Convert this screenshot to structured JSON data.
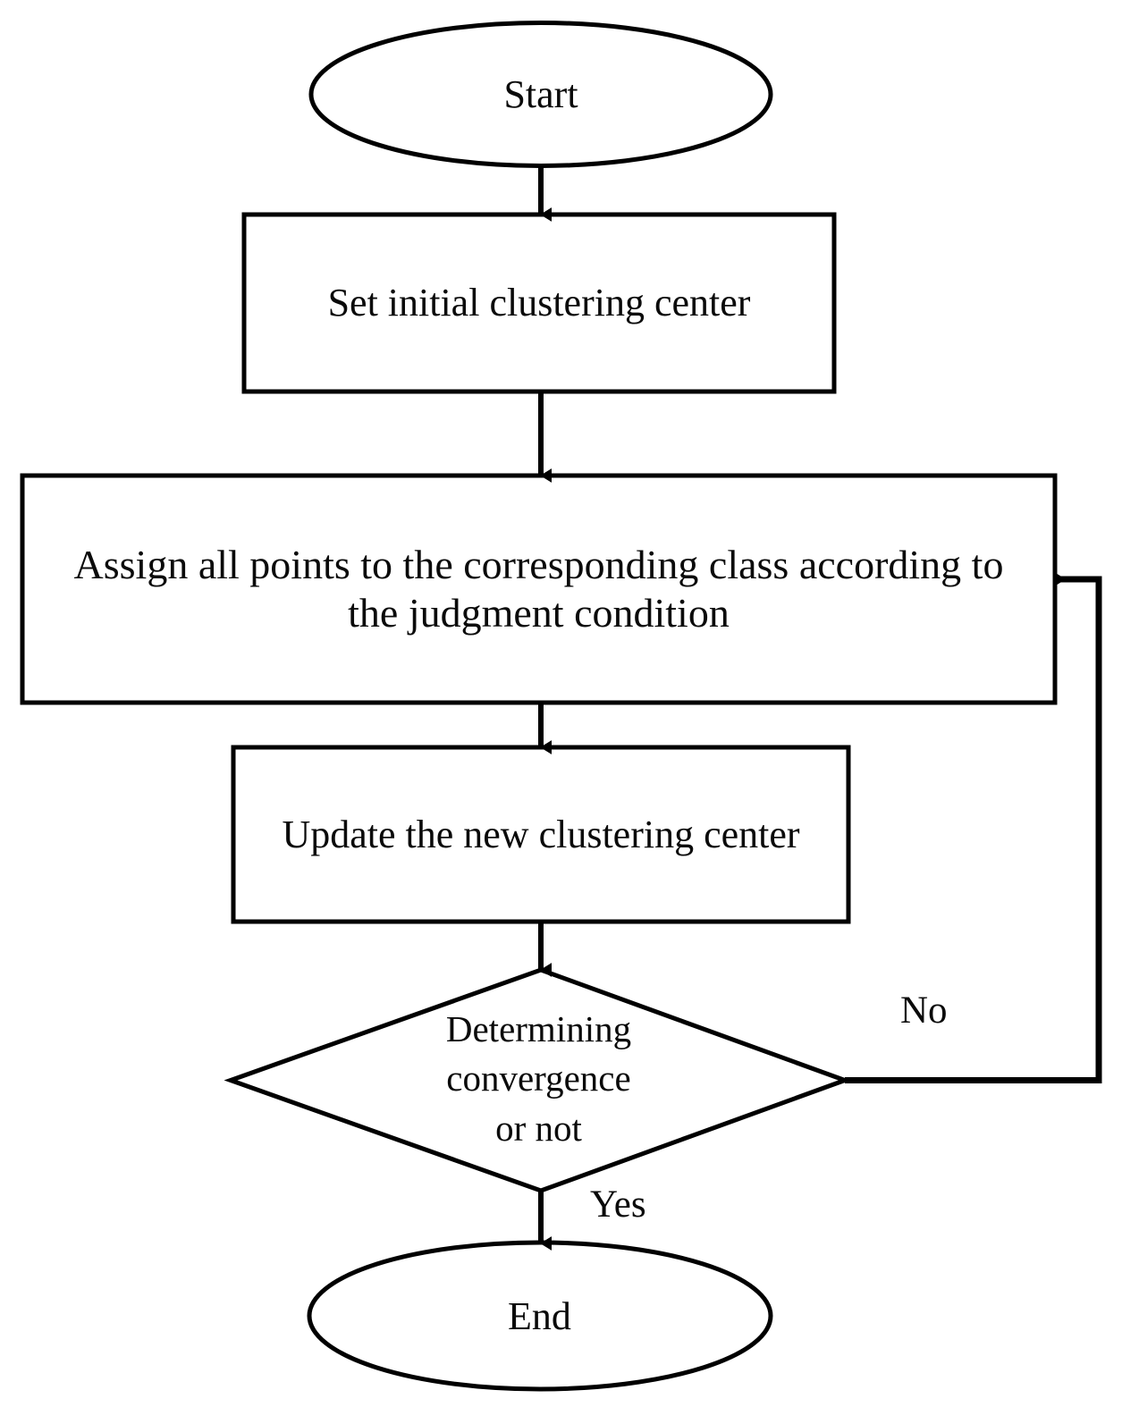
{
  "diagram": {
    "type": "flowchart",
    "title": "K-means clustering algorithm flowchart",
    "background_color": "#ffffff",
    "stroke_color": "#000000",
    "text_color": "#0a0a0a",
    "nodes": [
      {
        "id": "start",
        "shape": "ellipse",
        "label": "Start"
      },
      {
        "id": "setinit",
        "shape": "rectangle",
        "label": "Set initial clustering center"
      },
      {
        "id": "assign",
        "shape": "rectangle",
        "label": "Assign all points to the corresponding class according to\nthe judgment condition"
      },
      {
        "id": "update",
        "shape": "rectangle",
        "label": "Update the new clustering center"
      },
      {
        "id": "decision",
        "shape": "diamond",
        "label": "Determining\nconvergence\nor not"
      },
      {
        "id": "end",
        "shape": "ellipse",
        "label": "End"
      }
    ],
    "edges": [
      {
        "from": "start",
        "to": "setinit",
        "label": ""
      },
      {
        "from": "setinit",
        "to": "assign",
        "label": ""
      },
      {
        "from": "assign",
        "to": "update",
        "label": ""
      },
      {
        "from": "update",
        "to": "decision",
        "label": ""
      },
      {
        "from": "decision",
        "to": "assign",
        "label": "No"
      },
      {
        "from": "decision",
        "to": "end",
        "label": "Yes"
      }
    ],
    "edge_labels": {
      "no": "No",
      "yes": "Yes"
    }
  }
}
